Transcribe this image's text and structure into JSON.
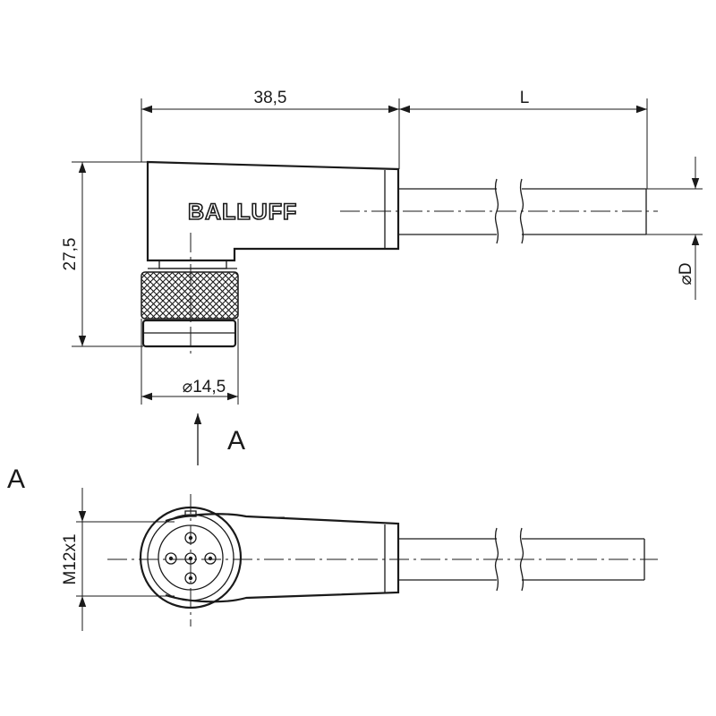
{
  "brand": {
    "logo_text": "BALLUFF"
  },
  "dimensions": {
    "width_connector": "38,5",
    "cable_length": "L",
    "height": "27,5",
    "nut_diameter": "⌀14,5",
    "cable_diameter": "⌀D",
    "thread": "M12x1"
  },
  "views": {
    "view_arrow_label": "A",
    "view_title": "A"
  },
  "colors": {
    "line": "#1a1a1a",
    "background": "#ffffff"
  }
}
